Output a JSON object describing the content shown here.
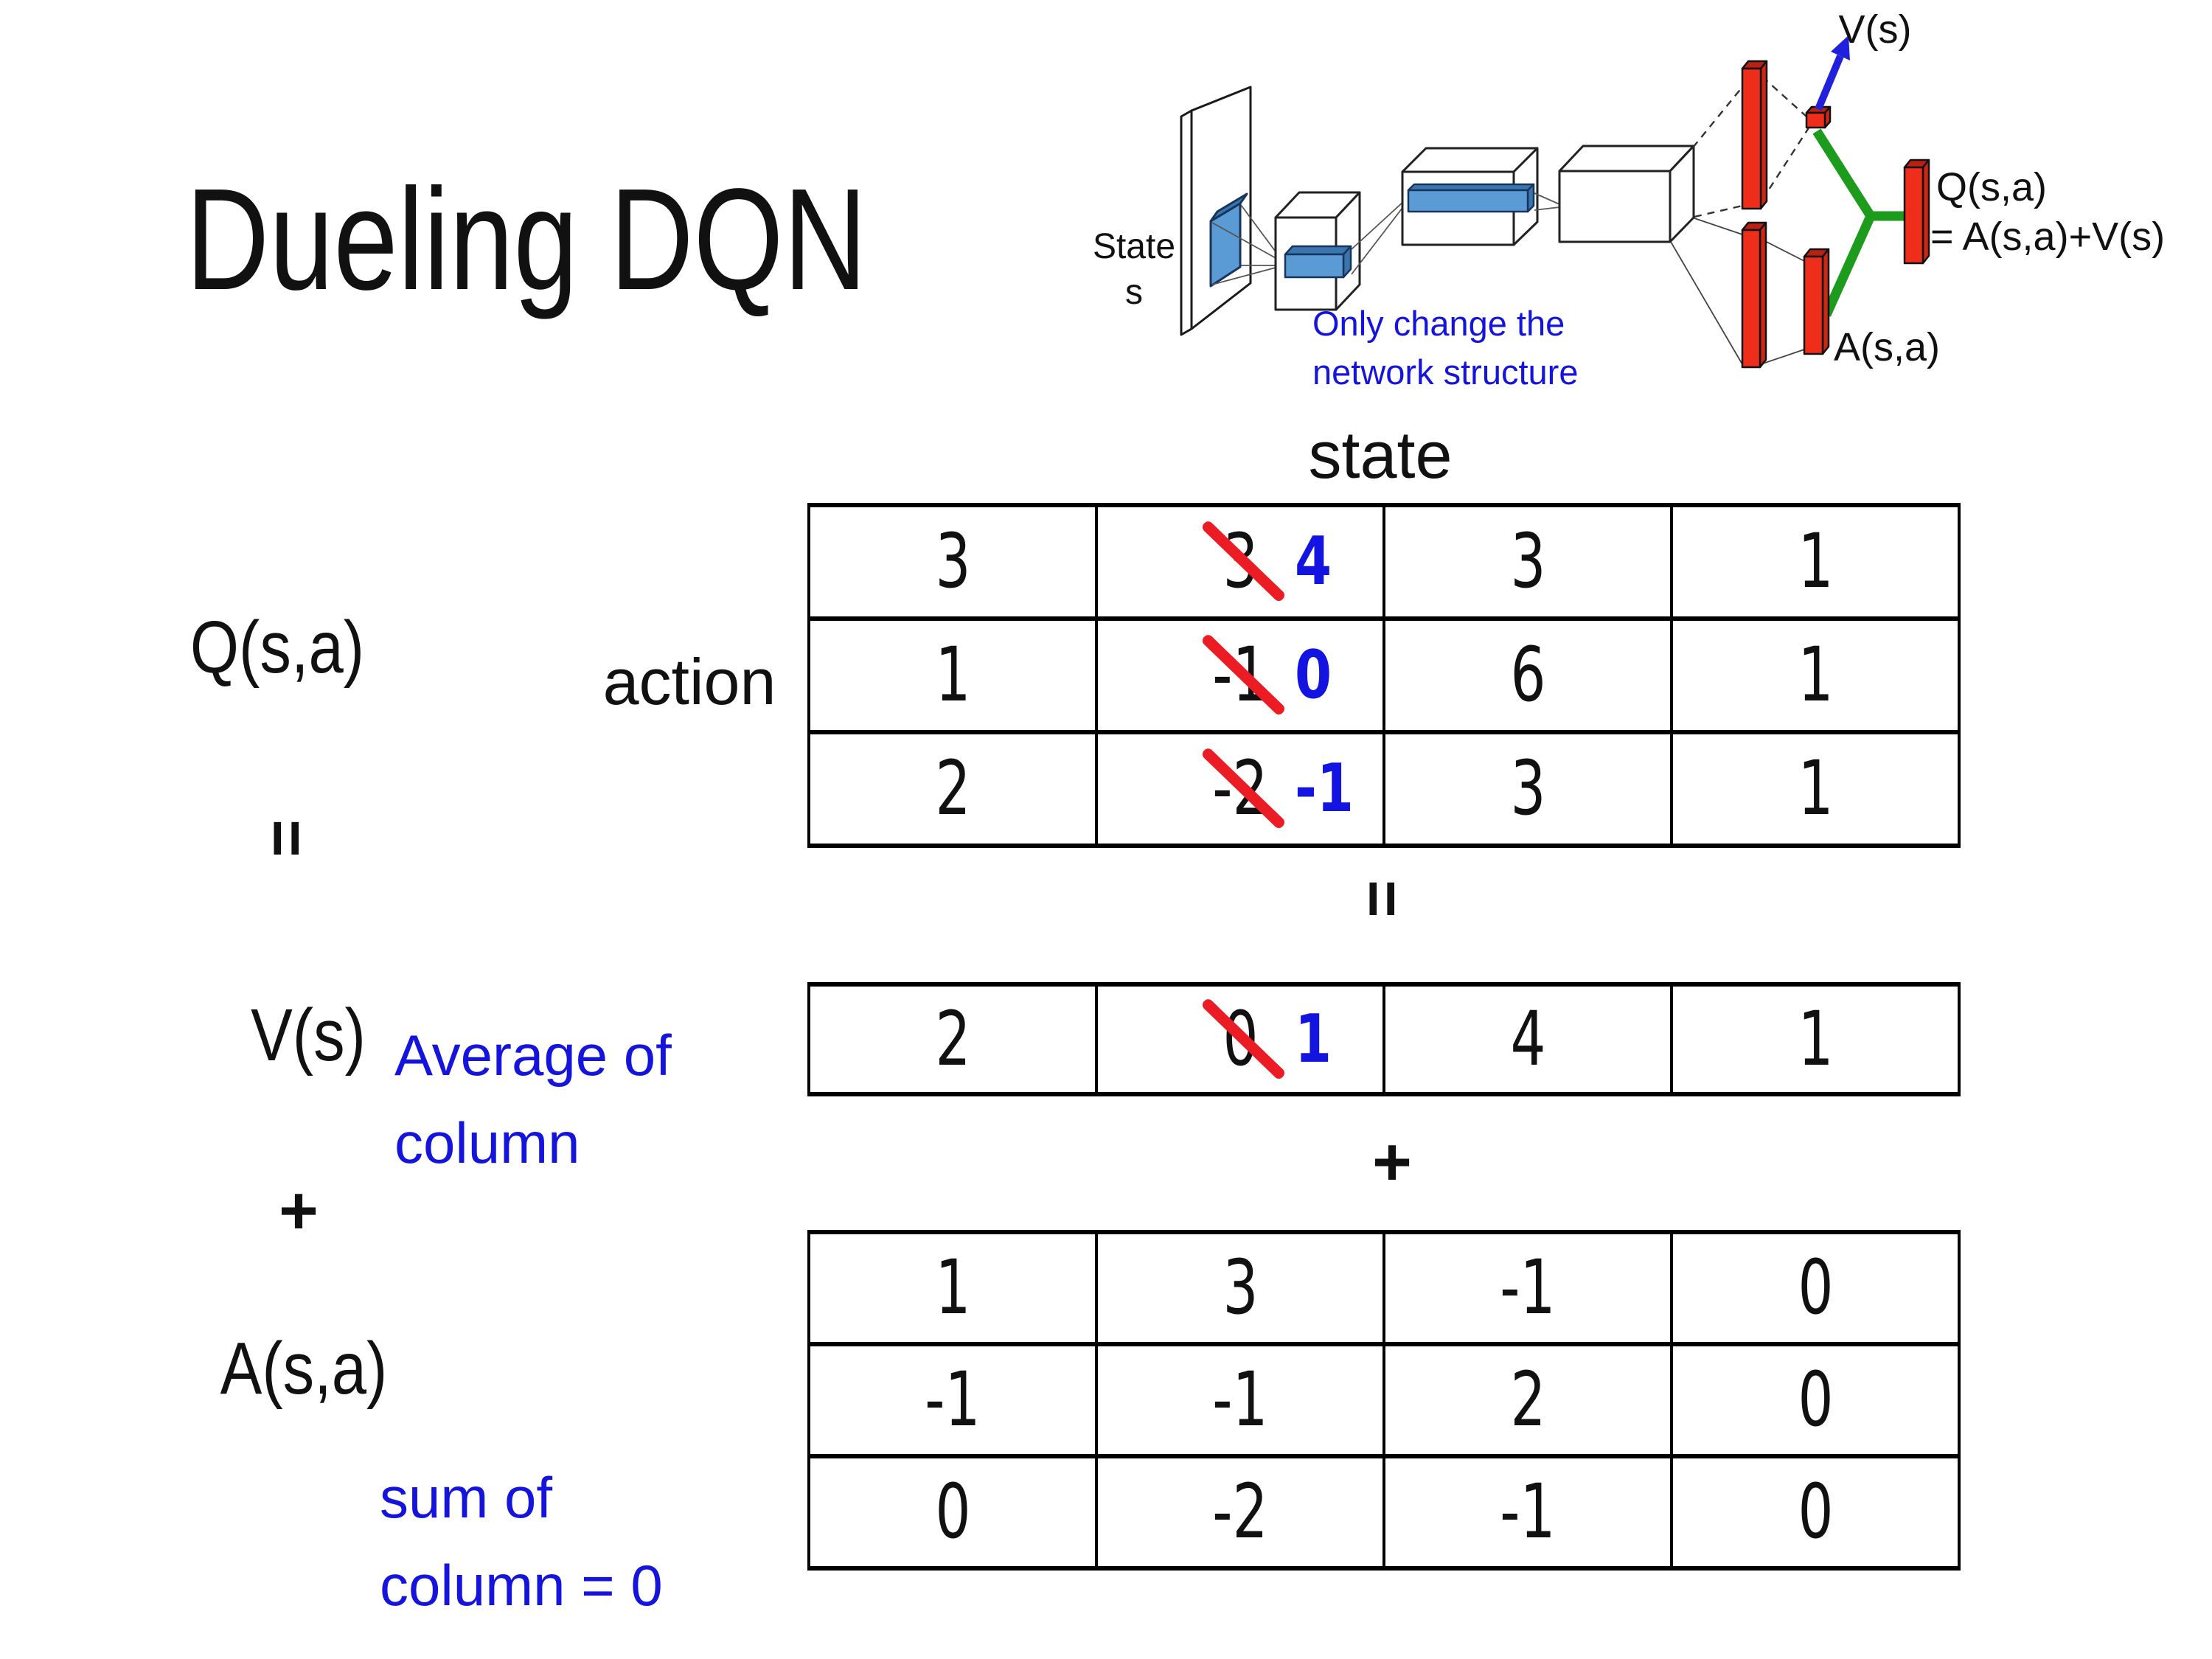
{
  "colors": {
    "red": "#ee2e1b",
    "red_dark": "#b92112",
    "red_side": "#cf2513",
    "green": "#1d9b1d",
    "arrow_blue": "#2121dd",
    "filter_blue": "#5b9bd5",
    "filter_dark": "#3a76ad",
    "note_blue": "#1414dd",
    "new_blue": "#1414e0",
    "strike_red": "#ec1c24"
  },
  "title": "Dueling DQN",
  "diagram": {
    "state_line1": "State",
    "state_line2": "s",
    "note_line1": "Only change the",
    "note_line2": "network structure",
    "v_out_label": "V(s)",
    "q_out_line1": "Q(s,a)",
    "q_out_line2": "= A(s,a)+V(s)",
    "a_out_label": "A(s,a)"
  },
  "labels": {
    "q_term": "Q(s,a)",
    "equals_left": "=",
    "v_term": "V(s)",
    "plus_left": "+",
    "a_term": "A(s,a)",
    "equals_center": "=",
    "plus_center": "+",
    "state_header": "state",
    "action_header": "action",
    "avg_line1": "Average of",
    "avg_line2": "column",
    "sum_line1": "sum of",
    "sum_line2": "column = 0"
  },
  "q_table": {
    "rows": [
      [
        {
          "v": "3"
        },
        {
          "old": "3",
          "new": "4"
        },
        {
          "v": "3"
        },
        {
          "v": "1"
        }
      ],
      [
        {
          "v": "1"
        },
        {
          "old": "-1",
          "new": "0"
        },
        {
          "v": "6"
        },
        {
          "v": "1"
        }
      ],
      [
        {
          "v": "2"
        },
        {
          "old": "-2",
          "new": "-1"
        },
        {
          "v": "3"
        },
        {
          "v": "1"
        }
      ]
    ]
  },
  "v_table": {
    "rows": [
      [
        {
          "v": "2"
        },
        {
          "old": "0",
          "new": "1"
        },
        {
          "v": "4"
        },
        {
          "v": "1"
        }
      ]
    ]
  },
  "a_table": {
    "rows": [
      [
        {
          "v": "1"
        },
        {
          "v": "3"
        },
        {
          "v": "-1"
        },
        {
          "v": "0"
        }
      ],
      [
        {
          "v": "-1"
        },
        {
          "v": "-1"
        },
        {
          "v": "2"
        },
        {
          "v": "0"
        }
      ],
      [
        {
          "v": "0"
        },
        {
          "v": "-2"
        },
        {
          "v": "-1"
        },
        {
          "v": "0"
        }
      ]
    ]
  }
}
